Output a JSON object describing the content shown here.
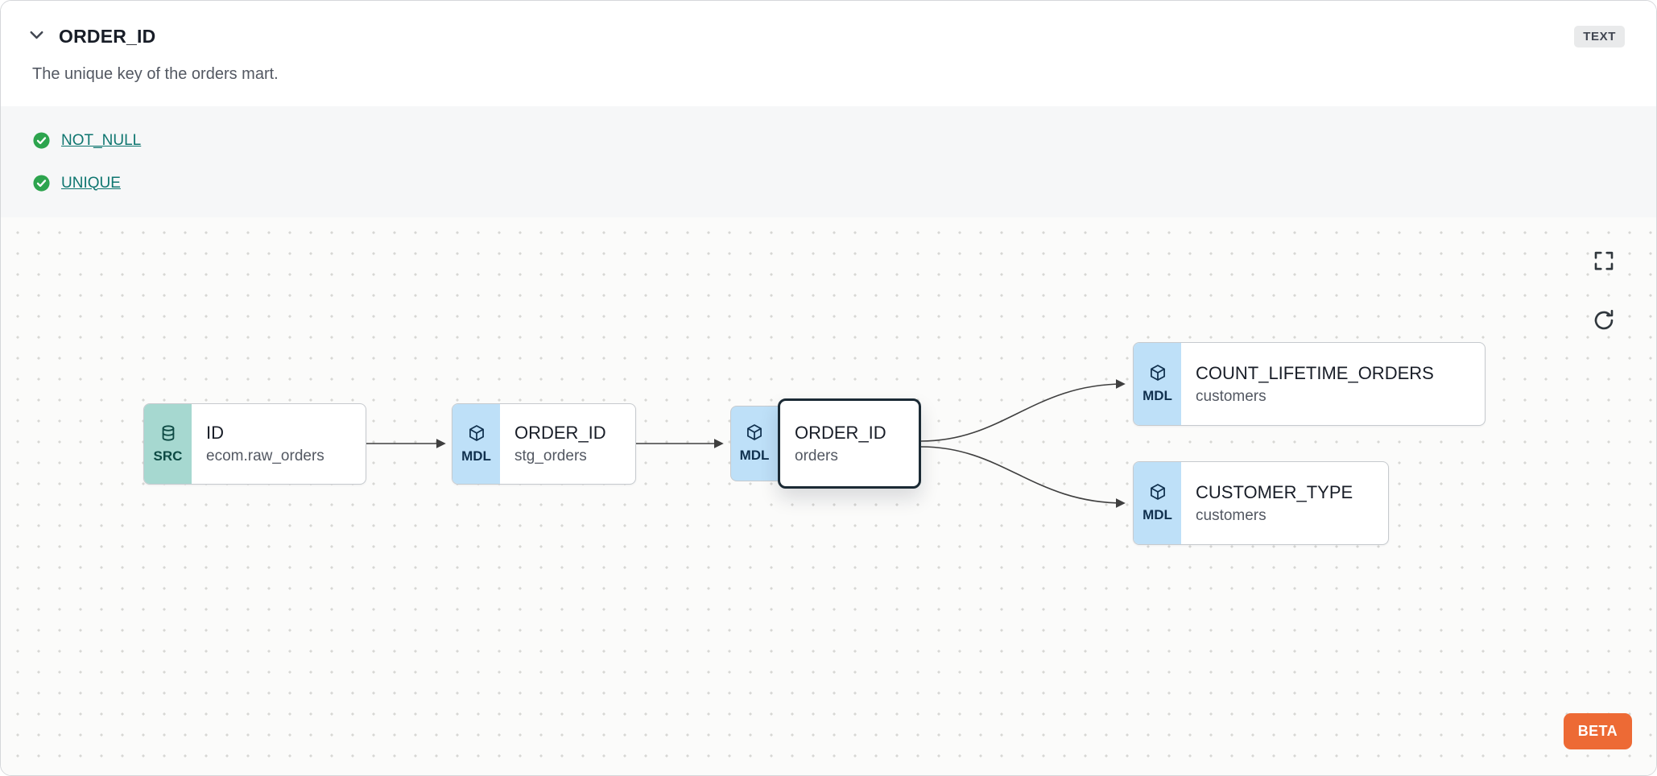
{
  "header": {
    "title": "ORDER_ID",
    "type_badge": "TEXT",
    "description": "The unique key of the orders mart."
  },
  "tests": [
    {
      "label": "NOT_NULL",
      "status": "pass"
    },
    {
      "label": "UNIQUE",
      "status": "pass"
    }
  ],
  "colors": {
    "accent_orange": "#ED6A35",
    "link_teal": "#0F7670",
    "check_green": "#2DA44E",
    "model_badge_bg": "#BEE0F8",
    "source_badge_bg": "#A6D8D0",
    "selected_border": "#1B2A35"
  },
  "canvas": {
    "beta_label": "BETA",
    "controls": [
      {
        "name": "fullscreen"
      },
      {
        "name": "refresh"
      }
    ],
    "nodes": [
      {
        "badge": "SRC",
        "kind": "source",
        "title": "ID",
        "subtitle": "ecom.raw_orders",
        "selected": false
      },
      {
        "badge": "MDL",
        "kind": "model",
        "title": "ORDER_ID",
        "subtitle": "stg_orders",
        "selected": false
      },
      {
        "badge": "MDL",
        "kind": "model",
        "title": "ORDER_ID",
        "subtitle": "orders",
        "selected": true
      },
      {
        "badge": "MDL",
        "kind": "model",
        "title": "COUNT_LIFETIME_ORDERS",
        "subtitle": "customers",
        "selected": false
      },
      {
        "badge": "MDL",
        "kind": "model",
        "title": "CUSTOMER_TYPE",
        "subtitle": "customers",
        "selected": false
      }
    ],
    "edges": [
      {
        "from": "ID (ecom.raw_orders)",
        "to": "ORDER_ID (stg_orders)"
      },
      {
        "from": "ORDER_ID (stg_orders)",
        "to": "ORDER_ID (orders)"
      },
      {
        "from": "ORDER_ID (orders)",
        "to": "COUNT_LIFETIME_ORDERS (customers)"
      },
      {
        "from": "ORDER_ID (orders)",
        "to": "CUSTOMER_TYPE (customers)"
      }
    ]
  }
}
